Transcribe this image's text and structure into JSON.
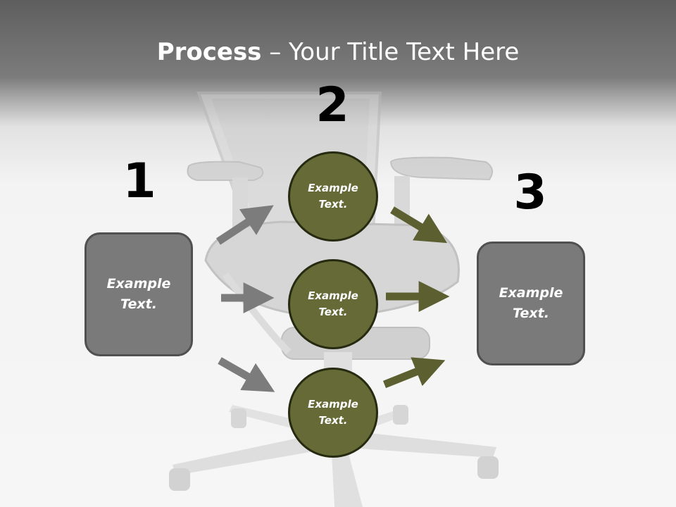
{
  "slide": {
    "title_bold": "Process",
    "title_rest": " – Your Title Text Here",
    "numbers": [
      "1",
      "2",
      "3"
    ],
    "left_box": "Example\nText.",
    "right_box": "Example\nText.",
    "circles": [
      "Example\nText.",
      "Example\nText.",
      "Example\nText."
    ]
  },
  "colors": {
    "box_fill": "#7a7a7a",
    "circle_fill": "#656a36",
    "left_arrow": "#7c7c7c",
    "right_arrow": "#5c6030"
  }
}
